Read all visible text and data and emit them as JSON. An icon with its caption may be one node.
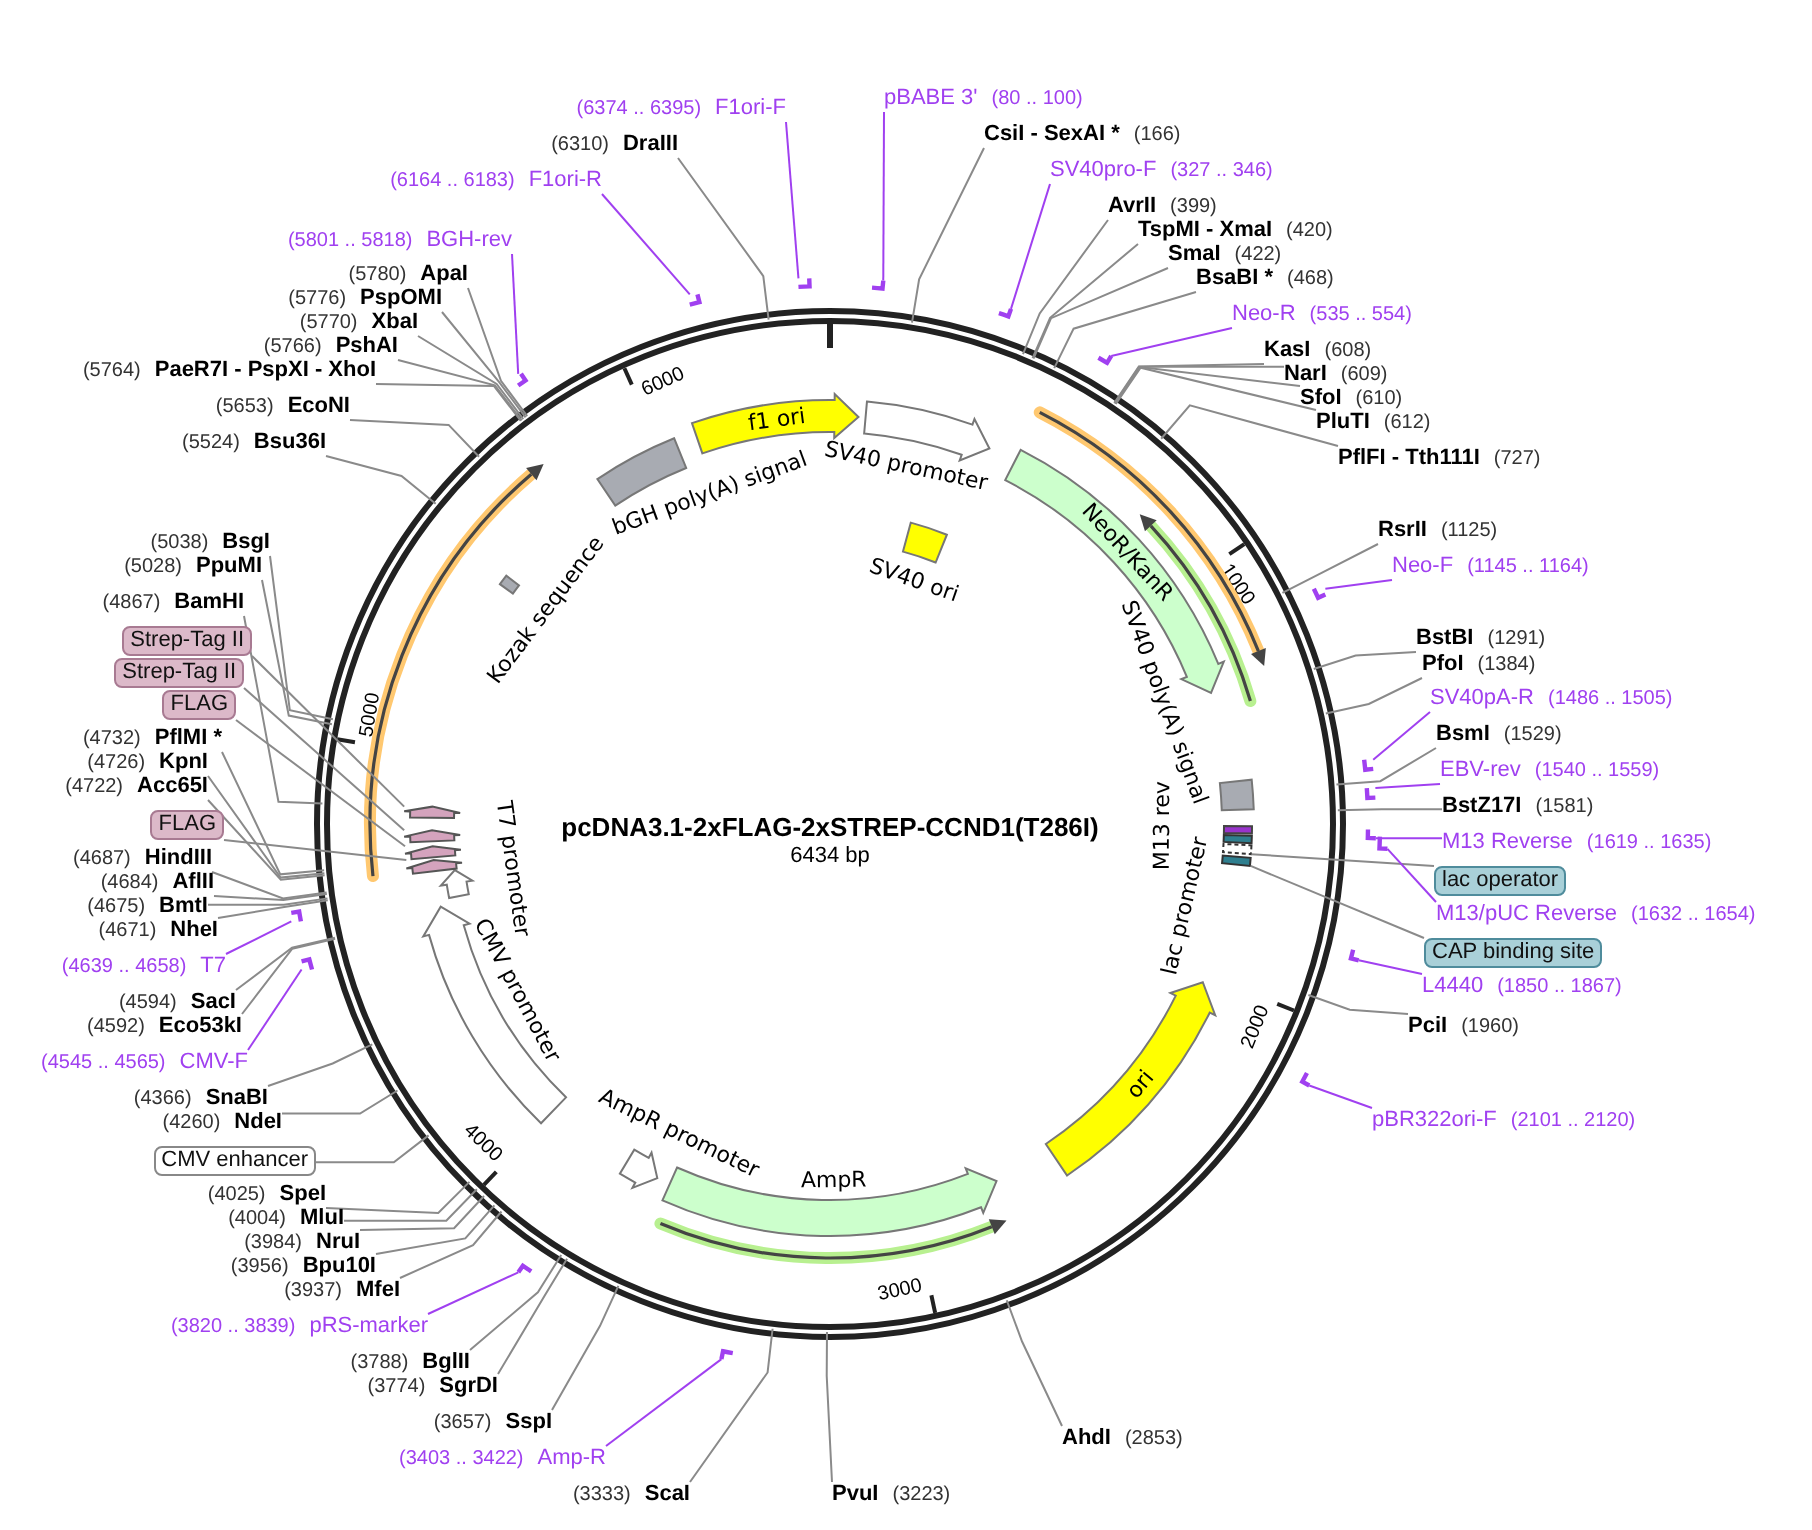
{
  "diagram": {
    "title": "pcDNA3.1-2xFLAG-2xSTREP-CCND1(T286I)",
    "nodes": [
      {
        "text": [
          "pBABE 3'",
          "(80 .. 100)"
        ]
      },
      {
        "text": [
          "CsiI - SexAI *",
          "(166)"
        ]
      },
      {
        "text": [
          "SV40pro-F",
          "(327 .. 346)"
        ]
      },
      {
        "text": [
          "AvrII",
          "(399)"
        ]
      },
      {
        "text": [
          "TspMI - XmaI",
          "(420)"
        ]
      },
      {
        "text": [
          "SmaI",
          "(422)"
        ]
      },
      {
        "text": [
          "BsaBI *",
          "(468)"
        ]
      },
      {
        "text": [
          "Neo-R",
          "(535 .. 554)"
        ]
      },
      {
        "text": [
          "KasI",
          "(608)"
        ]
      },
      {
        "text": [
          "NarI",
          "(609)"
        ]
      },
      {
        "text": [
          "SfoI",
          "(610)"
        ]
      },
      {
        "text": [
          "PluTI",
          "(612)"
        ]
      },
      {
        "text": [
          "PflFI - Tth111I",
          "(727)"
        ]
      },
      {
        "text": [
          "RsrII",
          "(1125)"
        ]
      },
      {
        "text": [
          "Neo-F",
          "(1145 .. 1164)"
        ]
      },
      {
        "text": [
          "BstBI",
          "(1291)"
        ]
      },
      {
        "text": [
          "PfoI",
          "(1384)"
        ]
      },
      {
        "text": [
          "SV40pA-R",
          "(1486 .. 1505)"
        ]
      },
      {
        "text": [
          "BsmI",
          "(1529)"
        ]
      },
      {
        "text": [
          "EBV-rev",
          "(1540 .. 1559)"
        ]
      },
      {
        "text": [
          "BstZ17I",
          "(1581)"
        ]
      },
      {
        "text": [
          "M13 Reverse",
          "(1619 .. 1635)"
        ]
      },
      {
        "text": [
          "lac operator"
        ]
      },
      {
        "text": [
          "M13/pUC Reverse",
          "(1632 .. 1654)"
        ]
      },
      {
        "text": [
          "CAP binding site"
        ]
      },
      {
        "text": [
          "L4440",
          "(1850 .. 1867)"
        ]
      },
      {
        "text": [
          "PciI",
          "(1960)"
        ]
      },
      {
        "text": [
          "pBR322ori-F",
          "(2101 .. 2120)"
        ]
      },
      {
        "text": [
          "AhdI",
          "(2853)"
        ]
      },
      {
        "text": [
          "PvuI",
          "(3223)"
        ]
      },
      {
        "text": [
          "(3333)",
          "ScaI"
        ]
      },
      {
        "text": [
          "(3403 .. 3422)",
          "Amp-R"
        ]
      },
      {
        "text": [
          "(3657)",
          "SspI"
        ]
      },
      {
        "text": [
          "(3774)",
          "SgrDI"
        ]
      },
      {
        "text": [
          "(3788)",
          "BglII"
        ]
      },
      {
        "text": [
          "(3820 .. 3839)",
          "pRS-marker"
        ]
      },
      {
        "text": [
          "(3937)",
          "MfeI"
        ]
      },
      {
        "text": [
          "(3956)",
          "Bpu10I"
        ]
      },
      {
        "text": [
          "(3984)",
          "NruI"
        ]
      },
      {
        "text": [
          "(4004)",
          "MluI"
        ]
      },
      {
        "text": [
          "(4025)",
          "SpeI"
        ]
      },
      {
        "text": [
          "CMV enhancer"
        ]
      },
      {
        "text": [
          "(4260)",
          "NdeI"
        ]
      },
      {
        "text": [
          "(4366)",
          "SnaBI"
        ]
      },
      {
        "text": [
          "(4545 .. 4565)",
          "CMV-F"
        ]
      },
      {
        "text": [
          "(4592)",
          "Eco53kI"
        ]
      },
      {
        "text": [
          "(4594)",
          "SacI"
        ]
      },
      {
        "text": [
          "(4639 .. 4658)",
          "T7"
        ]
      },
      {
        "text": [
          "(4671)",
          "NheI"
        ]
      },
      {
        "text": [
          "(4675)",
          "BmtI"
        ]
      },
      {
        "text": [
          "(4684)",
          "AflII"
        ]
      },
      {
        "text": [
          "(4687)",
          "HindIII"
        ]
      },
      {
        "text": [
          "FLAG"
        ]
      },
      {
        "text": [
          "(4722)",
          "Acc65I"
        ]
      },
      {
        "text": [
          "(4726)",
          "KpnI"
        ]
      },
      {
        "text": [
          "(4732)",
          "PflMI *"
        ]
      },
      {
        "text": [
          "FLAG"
        ]
      },
      {
        "text": [
          "Strep-Tag II"
        ]
      },
      {
        "text": [
          "Strep-Tag II"
        ]
      },
      {
        "text": [
          "(4867)",
          "BamHI"
        ]
      },
      {
        "text": [
          "(5028)",
          "PpuMI"
        ]
      },
      {
        "text": [
          "(5038)",
          "BsgI"
        ]
      },
      {
        "text": [
          "(5524)",
          "Bsu36I"
        ]
      },
      {
        "text": [
          "(5653)",
          "EcoNI"
        ]
      },
      {
        "text": [
          "(5764)",
          "PaeR7I - PspXI - XhoI"
        ]
      },
      {
        "text": [
          "(5766)",
          "PshAI"
        ]
      },
      {
        "text": [
          "(5770)",
          "XbaI"
        ]
      },
      {
        "text": [
          "(5776)",
          "PspOMI"
        ]
      },
      {
        "text": [
          "(5780)",
          "ApaI"
        ]
      },
      {
        "text": [
          "(5801 .. 5818)",
          "BGH-rev"
        ]
      },
      {
        "text": [
          "(6164 .. 6183)",
          "F1ori-R"
        ]
      },
      {
        "text": [
          "(6310)",
          "DraIII"
        ]
      },
      {
        "text": [
          "(6374 .. 6395)",
          "F1ori-F"
        ]
      },
      {
        "text": [
          "f1 ori"
        ]
      },
      {
        "text": [
          "SV40 promoter"
        ]
      },
      {
        "text": [
          "SV40 ori"
        ]
      },
      {
        "text": [
          "NeoR/KanR"
        ]
      },
      {
        "text": [
          "SV40 poly(A) signal"
        ]
      },
      {
        "text": [
          "M13 rev"
        ]
      },
      {
        "text": [
          "lac promoter"
        ]
      },
      {
        "text": [
          "ori"
        ]
      },
      {
        "text": [
          "AmpR"
        ]
      },
      {
        "text": [
          "AmpR promoter"
        ]
      },
      {
        "text": [
          "CMV promoter"
        ]
      },
      {
        "text": [
          "T7 promoter"
        ]
      },
      {
        "text": [
          "Kozak sequence"
        ]
      },
      {
        "text": [
          "bGH poly(A) signal"
        ]
      },
      {
        "text": [],
        "shape": "arrow"
      },
      {
        "text": [],
        "shape": "arrow"
      },
      {
        "text": [],
        "shape": "arrow"
      },
      {
        "text": [],
        "shape": "arrow"
      },
      {
        "text": [],
        "shape": "box"
      },
      {
        "text": [],
        "shape": "box"
      },
      {
        "text": [],
        "shape": "bar"
      },
      {
        "text": [],
        "shape": "bar"
      },
      {
        "text": [],
        "shape": "bar"
      },
      {
        "text": [],
        "shape": "bar"
      },
      {
        "text": [],
        "shape": "bar"
      },
      {
        "text": [],
        "shape": "bar"
      },
      {
        "text": [],
        "shape": "bar"
      },
      {
        "text": [],
        "shape": "bar"
      },
      {
        "text": [],
        "shape": "bar"
      },
      {
        "text": [],
        "shape": "bar"
      },
      {
        "text": [],
        "shape": "bar"
      },
      {
        "text": [],
        "shape": "bar"
      },
      {
        "text": [],
        "shape": "bar"
      },
      {
        "text": [],
        "shape": "bar"
      },
      {
        "text": [],
        "shape": "bar"
      },
      {
        "text": [],
        "shape": "bar"
      },
      {
        "text": [],
        "shape": "bar"
      }
    ],
    "edges": [
      {
        "from": 0,
        "to": 93,
        "arrow": "none",
        "color": "#a040f0"
      },
      {
        "from": 1,
        "to": null,
        "arrow": "none"
      },
      {
        "from": 2,
        "to": 94,
        "arrow": "none",
        "color": "#a040f0"
      },
      {
        "from": 3,
        "to": null,
        "arrow": "none"
      },
      {
        "from": 4,
        "to": null,
        "arrow": "none"
      },
      {
        "from": 5,
        "to": null,
        "arrow": "none"
      },
      {
        "from": 6,
        "to": null,
        "arrow": "none"
      },
      {
        "from": 7,
        "to": 95,
        "arrow": "none",
        "color": "#a040f0"
      },
      {
        "from": 8,
        "to": null,
        "arrow": "none"
      },
      {
        "from": 9,
        "to": null,
        "arrow": "none"
      },
      {
        "from": 10,
        "to": null,
        "arrow": "none"
      },
      {
        "from": 11,
        "to": null,
        "arrow": "none"
      },
      {
        "from": 12,
        "to": null,
        "arrow": "none"
      },
      {
        "from": 13,
        "to": null,
        "arrow": "none"
      },
      {
        "from": 14,
        "to": 96,
        "arrow": "none",
        "color": "#a040f0"
      },
      {
        "from": 15,
        "to": null,
        "arrow": "none"
      },
      {
        "from": 16,
        "to": null,
        "arrow": "none"
      },
      {
        "from": 17,
        "to": 97,
        "arrow": "none",
        "color": "#a040f0"
      },
      {
        "from": 18,
        "to": null,
        "arrow": "none"
      },
      {
        "from": 19,
        "to": 98,
        "arrow": "none",
        "color": "#a040f0"
      },
      {
        "from": 20,
        "to": null,
        "arrow": "none"
      },
      {
        "from": 21,
        "to": 99,
        "arrow": "none",
        "color": "#a040f0"
      },
      {
        "from": 22,
        "to": 91,
        "arrow": "none"
      },
      {
        "from": 23,
        "to": 100,
        "arrow": "none",
        "color": "#a040f0"
      },
      {
        "from": 24,
        "to": 92,
        "arrow": "none"
      },
      {
        "from": 25,
        "to": 101,
        "arrow": "none",
        "color": "#a040f0"
      },
      {
        "from": 26,
        "to": null,
        "arrow": "none"
      },
      {
        "from": 27,
        "to": 102,
        "arrow": "none",
        "color": "#a040f0"
      },
      {
        "from": 28,
        "to": null,
        "arrow": "none"
      },
      {
        "from": 29,
        "to": null,
        "arrow": "none"
      },
      {
        "from": 30,
        "to": null,
        "arrow": "none"
      },
      {
        "from": 31,
        "to": 103,
        "arrow": "none",
        "color": "#a040f0"
      },
      {
        "from": 32,
        "to": null,
        "arrow": "none"
      },
      {
        "from": 33,
        "to": null,
        "arrow": "none"
      },
      {
        "from": 34,
        "to": null,
        "arrow": "none"
      },
      {
        "from": 35,
        "to": 104,
        "arrow": "none",
        "color": "#a040f0"
      },
      {
        "from": 36,
        "to": null,
        "arrow": "none"
      },
      {
        "from": 37,
        "to": null,
        "arrow": "none"
      },
      {
        "from": 38,
        "to": null,
        "arrow": "none"
      },
      {
        "from": 39,
        "to": null,
        "arrow": "none"
      },
      {
        "from": 40,
        "to": null,
        "arrow": "none"
      },
      {
        "from": 41,
        "to": null,
        "arrow": "none"
      },
      {
        "from": 42,
        "to": null,
        "arrow": "none"
      },
      {
        "from": 43,
        "to": null,
        "arrow": "none"
      },
      {
        "from": 44,
        "to": 105,
        "arrow": "none",
        "color": "#a040f0"
      },
      {
        "from": 45,
        "to": null,
        "arrow": "none"
      },
      {
        "from": 46,
        "to": null,
        "arrow": "none"
      },
      {
        "from": 47,
        "to": 106,
        "arrow": "none",
        "color": "#a040f0"
      },
      {
        "from": 48,
        "to": null,
        "arrow": "none"
      },
      {
        "from": 49,
        "to": null,
        "arrow": "none"
      },
      {
        "from": 50,
        "to": null,
        "arrow": "none"
      },
      {
        "from": 51,
        "to": null,
        "arrow": "none"
      },
      {
        "from": 52,
        "to": 90,
        "arrow": "none"
      },
      {
        "from": 53,
        "to": null,
        "arrow": "none"
      },
      {
        "from": 54,
        "to": null,
        "arrow": "none"
      },
      {
        "from": 55,
        "to": null,
        "arrow": "none"
      },
      {
        "from": 56,
        "to": 89,
        "arrow": "none"
      },
      {
        "from": 57,
        "to": 88,
        "arrow": "none"
      },
      {
        "from": 58,
        "to": 87,
        "arrow": "none"
      },
      {
        "from": 59,
        "to": null,
        "arrow": "none"
      },
      {
        "from": 60,
        "to": null,
        "arrow": "none"
      },
      {
        "from": 61,
        "to": null,
        "arrow": "none"
      },
      {
        "from": 62,
        "to": null,
        "arrow": "none"
      },
      {
        "from": 63,
        "to": null,
        "arrow": "none"
      },
      {
        "from": 64,
        "to": null,
        "arrow": "none"
      },
      {
        "from": 65,
        "to": null,
        "arrow": "none"
      },
      {
        "from": 66,
        "to": null,
        "arrow": "none"
      },
      {
        "from": 67,
        "to": null,
        "arrow": "none"
      },
      {
        "from": 68,
        "to": null,
        "arrow": "none"
      },
      {
        "from": 69,
        "to": 107,
        "arrow": "none",
        "color": "#a040f0"
      },
      {
        "from": 70,
        "to": 108,
        "arrow": "none",
        "color": "#a040f0"
      },
      {
        "from": 71,
        "to": null,
        "arrow": "none"
      },
      {
        "from": 72,
        "to": 109,
        "arrow": "none",
        "color": "#a040f0"
      }
    ],
    "labels": [
      "6434 bp",
      "1000",
      "2000",
      "3000",
      "4000",
      "5000",
      "6000"
    ]
  }
}
